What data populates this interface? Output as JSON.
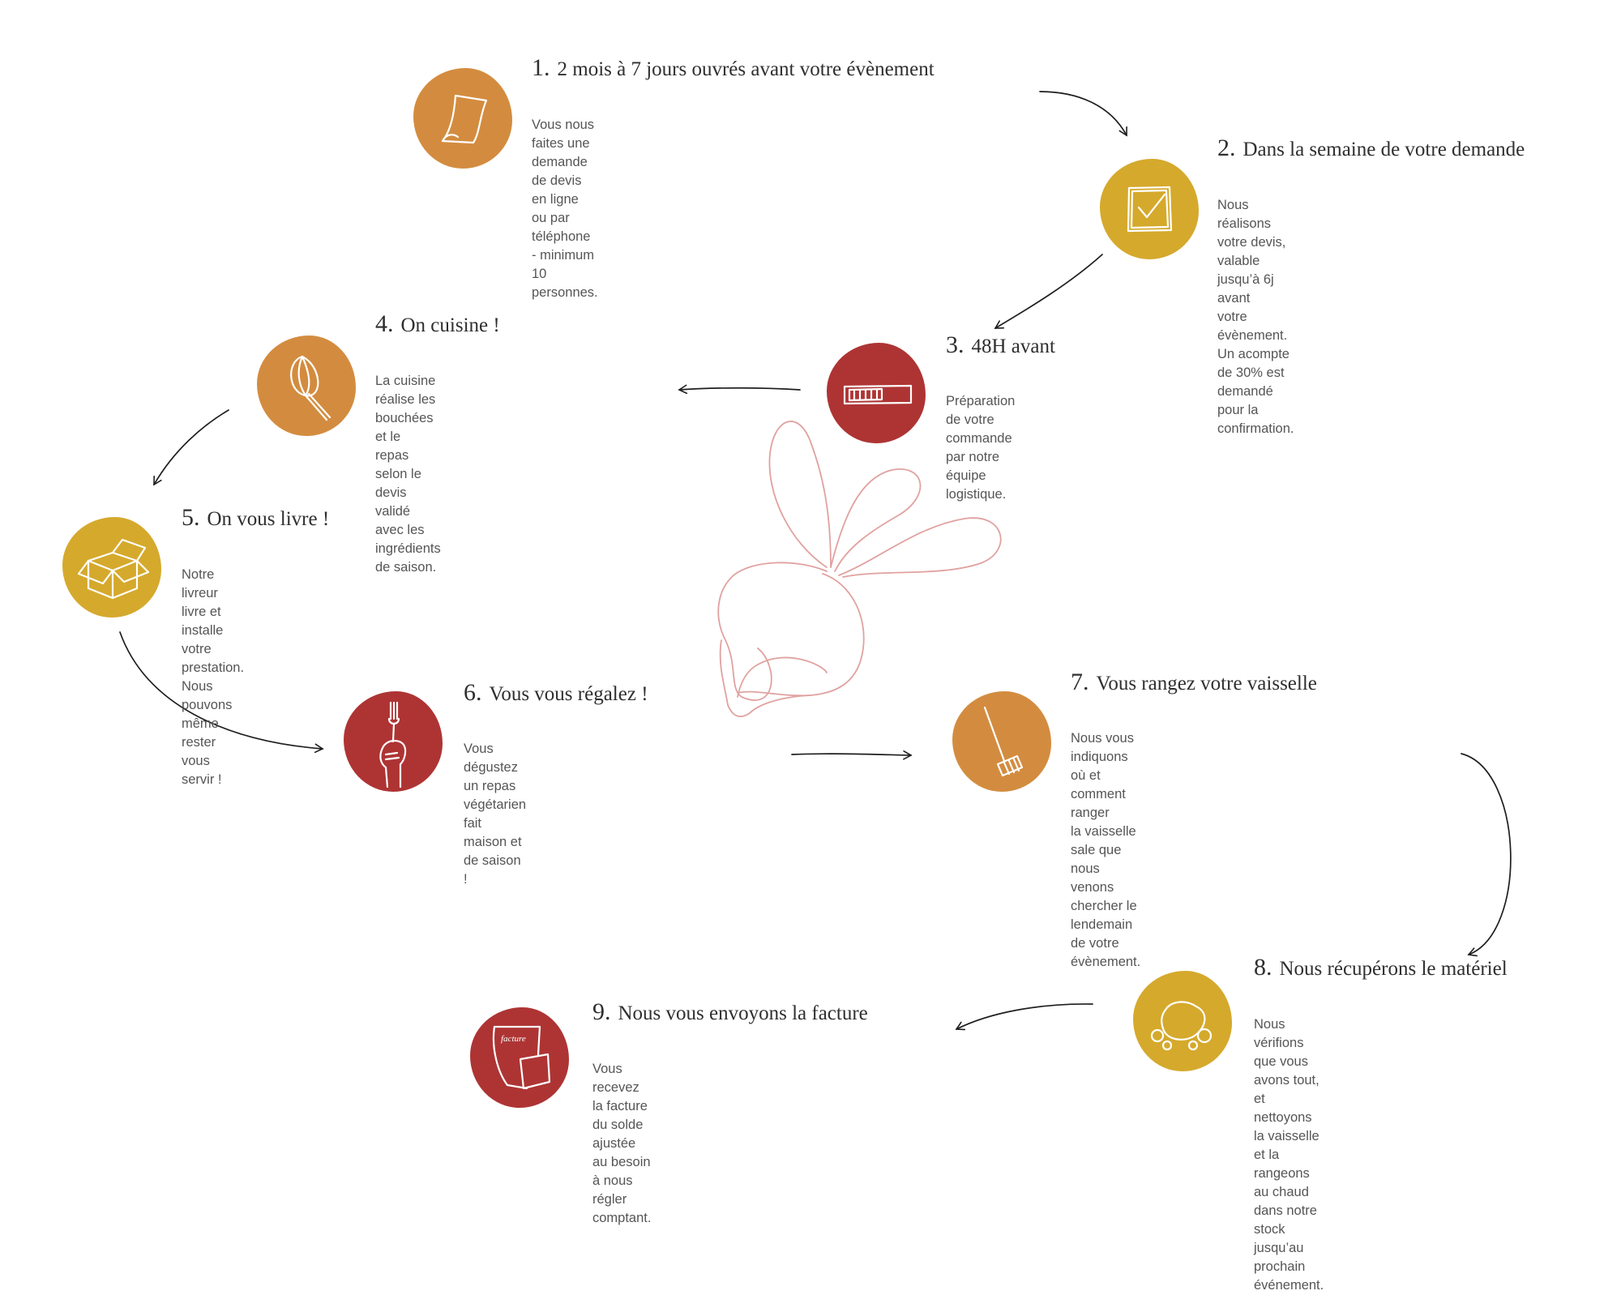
{
  "colors": {
    "orange": "#D38C3F",
    "mustard": "#D5A92C",
    "red": "#AE3434",
    "arrow": "#1e1e1e",
    "beet_outline": "#E0A2A0"
  },
  "steps": [
    {
      "number": "1.",
      "title": "2 mois à 7 jours ouvrés avant votre évènement",
      "lines": [
        "Vous nous faites une demande de devis en ligne",
        "ou par téléphone - minimum 10 personnes."
      ],
      "icon": "paper-icon",
      "color": "orange"
    },
    {
      "number": "2.",
      "title": "Dans la semaine de votre demande",
      "lines": [
        "Nous réalisons votre devis, valable jusqu’à 6j avant",
        "votre évènement. Un acompte de 30% est demandé",
        "pour la confirmation."
      ],
      "icon": "checkbox-icon",
      "color": "mustard"
    },
    {
      "number": "3.",
      "title": "48H avant",
      "lines": [
        "Préparation de votre commande",
        "par notre équipe logistique."
      ],
      "icon": "container-icon",
      "color": "red"
    },
    {
      "number": "4.",
      "title": "On cuisine !",
      "lines": [
        "La cuisine réalise les bouchées et le",
        "repas selon le devis validé avec les",
        "ingrédients de saison."
      ],
      "icon": "whisk-icon",
      "color": "orange"
    },
    {
      "number": "5.",
      "title": "On vous livre !",
      "lines": [
        "Notre livreur livre et installe votre prestation. Nous",
        "pouvons même rester vous servir !"
      ],
      "icon": "box-icon",
      "color": "mustard"
    },
    {
      "number": "6.",
      "title": "Vous vous régalez !",
      "lines": [
        "Vous dégustez un repas",
        "végétarien fait maison et de saison !"
      ],
      "icon": "fork-hand-icon",
      "color": "red"
    },
    {
      "number": "7.",
      "title": "Vous rangez votre vaisselle",
      "lines": [
        "Nous vous indiquons où et comment ranger",
        "la vaisselle sale que nous venons chercher le",
        "lendemain de votre évènement."
      ],
      "icon": "mop-icon",
      "color": "orange"
    },
    {
      "number": "8.",
      "title": "Nous récupérons le matériel",
      "lines": [
        "Nous vérifions que vous avons tout, et nettoyons",
        "la vaisselle et la rangeons au chaud dans notre",
        "stock jusqu’au prochain événement."
      ],
      "icon": "sponge-icon",
      "color": "mustard"
    },
    {
      "number": "9.",
      "title": "Nous vous envoyons la facture",
      "lines": [
        "Vous recevez la facture du solde ajustée",
        "au besoin à nous régler comptant."
      ],
      "icon": "invoice-icon",
      "color": "red"
    }
  ],
  "invoice_icon_text": "facture"
}
